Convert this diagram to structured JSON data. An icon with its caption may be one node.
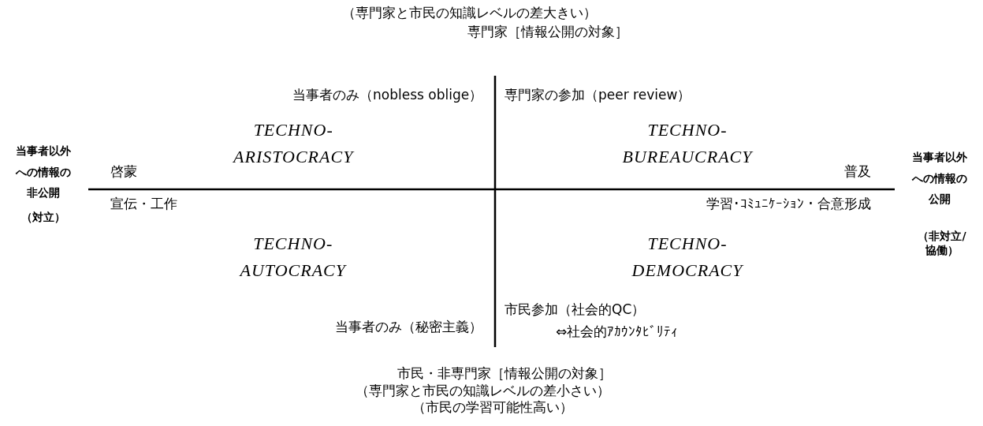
{
  "diagram": {
    "labels": [
      "（専門家と市民の知識レベルの差大きい）",
      "専門家［情報公開の対象］",
      "当事者のみ（nobless oblige）",
      "専門家の参加（peer review）",
      "TECHNO- ARISTOCRACY",
      "TECHNO- BUREAUCRACY",
      "当事者以外への情報の非公開",
      "（対立）",
      "啓蒙",
      "普及",
      "当事者以外への情報の公開",
      "（非対立/協働）",
      "宣伝・工作",
      "学習･ｺﾐｭﾆｹｰｼｮﾝ・合意形成",
      "TECHNO- AUTOCRACY",
      "TECHNO- DEMOCRACY",
      "市民参加（社会的QC）",
      "当事者のみ（秘密主義）",
      "⇔社会的ｱｶｳﾝﾀﾋﾞﾘﾃｨ",
      "市民・非専門家［情報公開の対象］",
      "（専門家と市民の知識レベルの差小さい）",
      "（市民の学習可能性高い）"
    ]
  }
}
